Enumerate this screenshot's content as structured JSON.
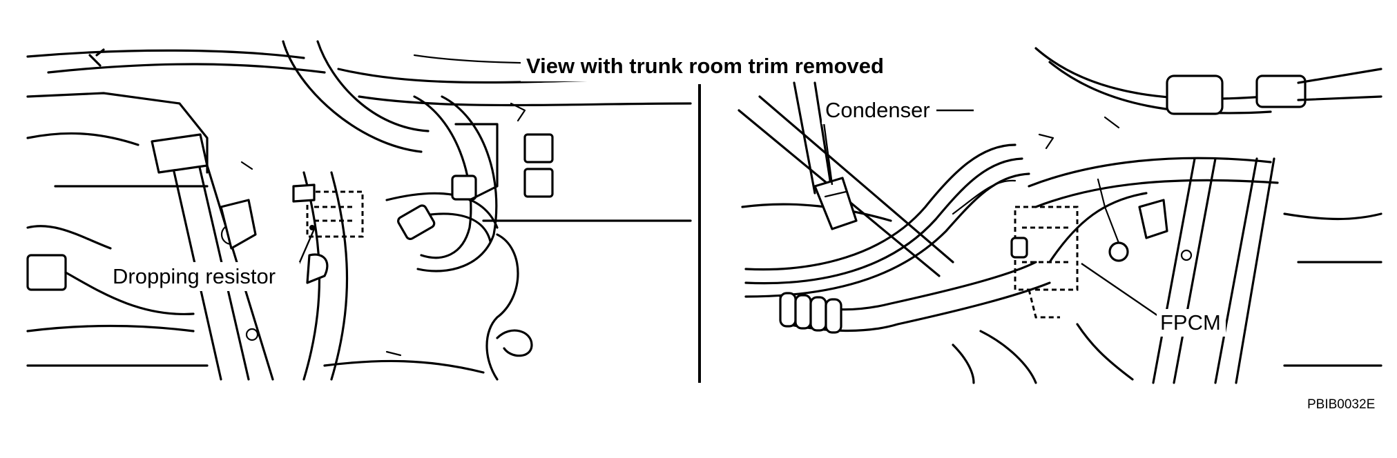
{
  "title": "View with trunk room trim removed",
  "labels": {
    "dropping_resistor": "Dropping resistor",
    "condenser": "Condenser",
    "fpcm": "FPCM"
  },
  "figure_code": "PBIB0032E"
}
